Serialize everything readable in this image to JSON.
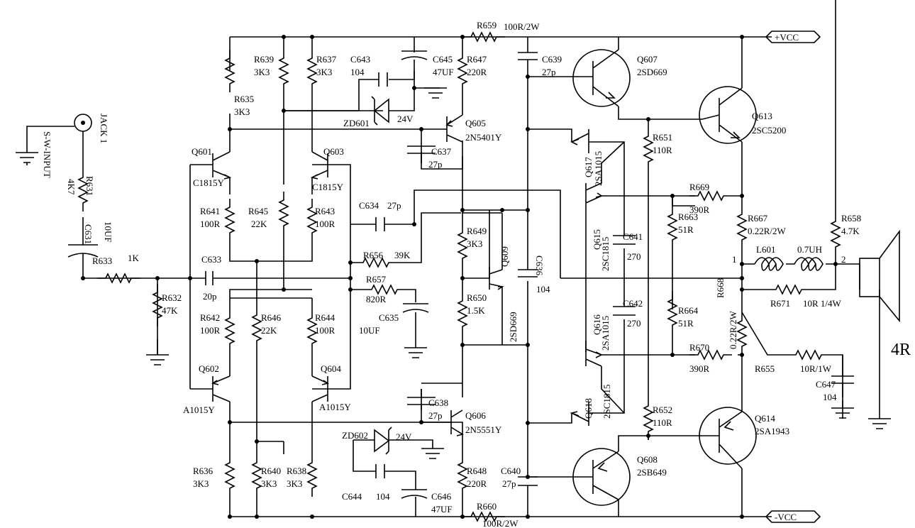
{
  "rails": {
    "vcc_pos": "+VCC",
    "vcc_neg": "-VCC"
  },
  "input": {
    "jack": "JACK 1",
    "name": "S-W-INPUT"
  },
  "output": {
    "load": "4R"
  },
  "inductor": {
    "ref": "L601",
    "value": "0.7UH",
    "pin1": "1",
    "pin2": "2"
  },
  "resistors": [
    {
      "ref": "R631",
      "value": "4K7"
    },
    {
      "ref": "R632",
      "value": "47K"
    },
    {
      "ref": "R633",
      "value": "1K"
    },
    {
      "ref": "R635",
      "value": "3K3"
    },
    {
      "ref": "R636",
      "value": "3K3"
    },
    {
      "ref": "R637",
      "value": "3K3"
    },
    {
      "ref": "R638",
      "value": "3K3"
    },
    {
      "ref": "R639",
      "value": "3K3"
    },
    {
      "ref": "R640",
      "value": "3K3"
    },
    {
      "ref": "R641",
      "value": "100R"
    },
    {
      "ref": "R642",
      "value": "100R"
    },
    {
      "ref": "R643",
      "value": "100R"
    },
    {
      "ref": "R644",
      "value": "100R"
    },
    {
      "ref": "R645",
      "value": "22K"
    },
    {
      "ref": "R646",
      "value": "22K"
    },
    {
      "ref": "R647",
      "value": "220R"
    },
    {
      "ref": "R648",
      "value": "220R"
    },
    {
      "ref": "R649",
      "value": "3K3"
    },
    {
      "ref": "R650",
      "value": "1.5K"
    },
    {
      "ref": "R651",
      "value": "110R"
    },
    {
      "ref": "R652",
      "value": "110R"
    },
    {
      "ref": "R655",
      "value": "10R/1W"
    },
    {
      "ref": "R656",
      "value": "39K"
    },
    {
      "ref": "R657",
      "value": "820R"
    },
    {
      "ref": "R658",
      "value": "4.7K"
    },
    {
      "ref": "R659",
      "value": "100R/2W"
    },
    {
      "ref": "R660",
      "value": "100R/2W"
    },
    {
      "ref": "R663",
      "value": "51R"
    },
    {
      "ref": "R664",
      "value": "51R"
    },
    {
      "ref": "R667",
      "value": "0.22R/2W"
    },
    {
      "ref": "R668",
      "value": "0.22R/2W"
    },
    {
      "ref": "R669",
      "value": "390R"
    },
    {
      "ref": "R670",
      "value": "390R"
    },
    {
      "ref": "R671",
      "value": "10R 1/4W"
    }
  ],
  "capacitors": [
    {
      "ref": "C631",
      "value": "10UF"
    },
    {
      "ref": "C633",
      "value": "20p"
    },
    {
      "ref": "C634",
      "value": "27p"
    },
    {
      "ref": "C635",
      "value": "10UF"
    },
    {
      "ref": "C636",
      "value": "104"
    },
    {
      "ref": "C637",
      "value": "27p"
    },
    {
      "ref": "C638",
      "value": "27p"
    },
    {
      "ref": "C639",
      "value": "27p"
    },
    {
      "ref": "C640",
      "value": "27p"
    },
    {
      "ref": "C641",
      "value": "270"
    },
    {
      "ref": "C642",
      "value": "270"
    },
    {
      "ref": "C643",
      "value": "104"
    },
    {
      "ref": "C644",
      "value": "104"
    },
    {
      "ref": "C645",
      "value": "47UF"
    },
    {
      "ref": "C646",
      "value": "47UF"
    },
    {
      "ref": "C647",
      "value": "104"
    }
  ],
  "transistors": [
    {
      "ref": "Q601",
      "part": "C1815Y"
    },
    {
      "ref": "Q602",
      "part": "A1015Y"
    },
    {
      "ref": "Q603",
      "part": "C1815Y"
    },
    {
      "ref": "Q604",
      "part": "A1015Y"
    },
    {
      "ref": "Q605",
      "part": "2N5401Y"
    },
    {
      "ref": "Q606",
      "part": "2N5551Y"
    },
    {
      "ref": "Q607",
      "part": "2SD669"
    },
    {
      "ref": "Q608",
      "part": "2SB649"
    },
    {
      "ref": "Q609",
      "part": "2SD669"
    },
    {
      "ref": "Q613",
      "part": "2SC5200"
    },
    {
      "ref": "Q614",
      "part": "2SA1943"
    },
    {
      "ref": "Q615",
      "part": "2SC1815"
    },
    {
      "ref": "Q616",
      "part": "2SA1015"
    },
    {
      "ref": "Q617",
      "part": "2SA1015"
    },
    {
      "ref": "Q618",
      "part": "2SC1815"
    }
  ],
  "zeners": [
    {
      "ref": "ZD601",
      "value": "24V"
    },
    {
      "ref": "ZD602",
      "value": "24V"
    }
  ]
}
